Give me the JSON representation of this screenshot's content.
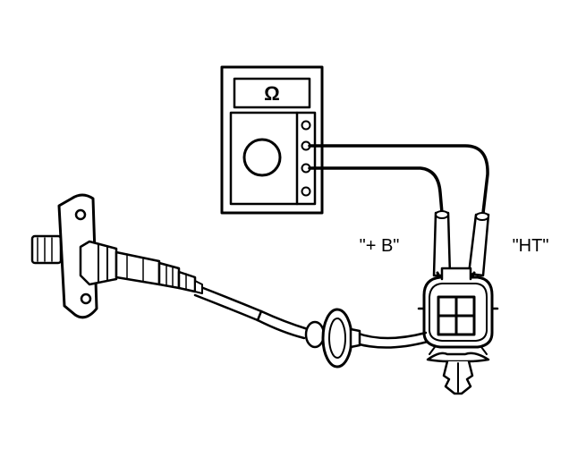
{
  "meter": {
    "display_symbol": "Ω"
  },
  "labels": {
    "plus_b": "\"+ B\"",
    "ht": "\"HT\""
  },
  "colors": {
    "ink": "#000000",
    "paper": "#ffffff"
  }
}
